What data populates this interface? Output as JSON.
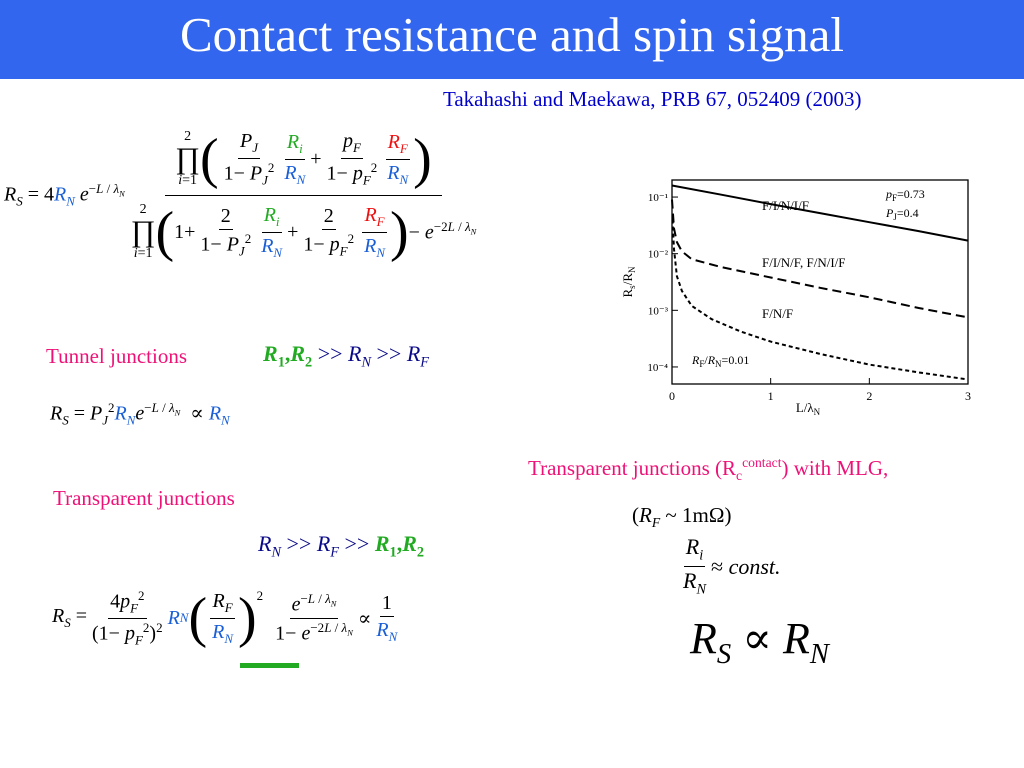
{
  "title": "Contact resistance and spin signal",
  "reference": "Takahashi and Maekawa, PRB 67, 052409 (2003)",
  "labels": {
    "tunnel": "Tunnel junctions",
    "transparent": "Transparent junctions",
    "transparent_mlg": "Transparent  junctions (R",
    "mlg_sub": "c",
    "mlg_sup": "contact",
    "mlg_tail": ") with MLG,",
    "rf_value": "~ 1mΩ)"
  },
  "chart_data": {
    "type": "line",
    "xlabel": "L/λN",
    "ylabel": "Rs/RN",
    "xlim": [
      0,
      3
    ],
    "ylim": [
      5e-05,
      0.2
    ],
    "log_y": true,
    "x_ticks": [
      "0",
      "1",
      "2",
      "3"
    ],
    "y_ticks": [
      "10⁻¹",
      "10⁻²",
      "10⁻³",
      "10⁻⁴"
    ],
    "annotations": [
      "pF=0.73",
      "PJ=0.4",
      "RF/RN=0.01"
    ],
    "series": [
      {
        "name": "F/I/N/I/F",
        "style": "solid",
        "x": [
          0,
          0.5,
          1,
          1.5,
          2,
          2.5,
          3
        ],
        "y": [
          0.16,
          0.11,
          0.075,
          0.052,
          0.036,
          0.025,
          0.017
        ]
      },
      {
        "name": "F/I/N/F, F/N/I/F",
        "style": "dashed",
        "x": [
          0,
          0.02,
          0.05,
          0.1,
          0.2,
          0.5,
          1,
          1.5,
          2,
          2.5,
          3
        ],
        "y": [
          0.09,
          0.028,
          0.016,
          0.011,
          0.008,
          0.0058,
          0.0038,
          0.0025,
          0.0017,
          0.0011,
          0.00075
        ]
      },
      {
        "name": "F/N/F",
        "style": "dotted",
        "x": [
          0.005,
          0.02,
          0.05,
          0.1,
          0.2,
          0.4,
          0.7,
          1,
          1.5,
          2,
          2.5,
          3
        ],
        "y": [
          0.04,
          0.012,
          0.004,
          0.0022,
          0.0012,
          0.0007,
          0.00042,
          0.00028,
          0.00017,
          0.00011,
          8e-05,
          6e-05
        ]
      }
    ]
  }
}
